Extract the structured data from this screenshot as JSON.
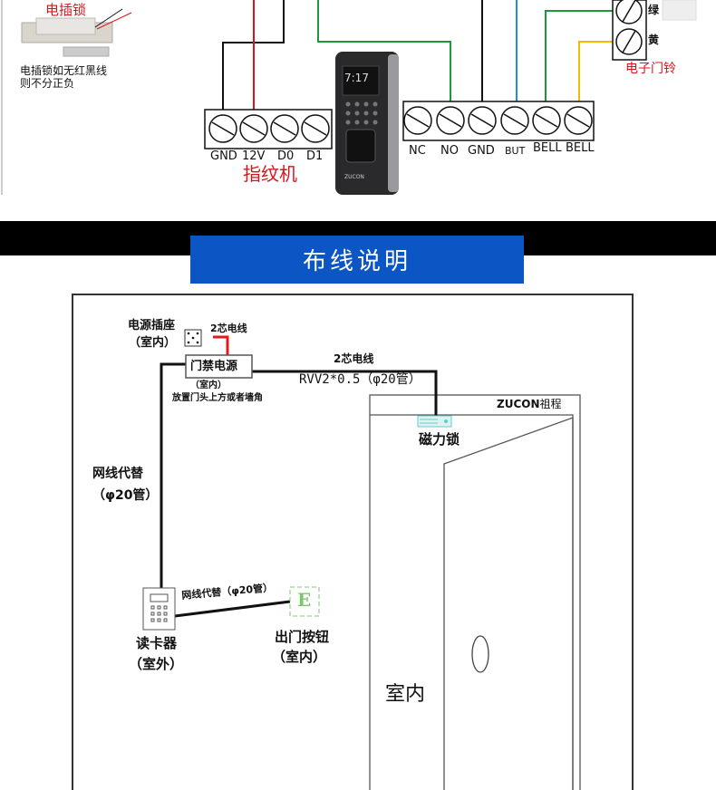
{
  "top": {
    "lock_title": "电插锁",
    "lock_note_1": "电插锁如无红黑线",
    "lock_note_2": "则不分正负",
    "reader_terminals": [
      "GND",
      "12V",
      "D0",
      "D1"
    ],
    "fingerprint_label": "指纹机",
    "device_brand": "ZUCON",
    "device_screen": "7:17",
    "output_terminals": [
      "NC",
      "NO",
      "GND",
      "BUT",
      "BELL",
      "BELL"
    ],
    "bell_wire_green": "绿",
    "bell_wire_yellow": "黄",
    "bell_label": "电子门铃"
  },
  "section_title": "布线说明",
  "diagram": {
    "socket_label": "电源插座",
    "socket_sub": "（室内）",
    "socket_wire": "2芯电线",
    "psu_label": "门禁电源",
    "psu_sub": "（室内）",
    "psu_note": "放置门头上方或者墙角",
    "lock_wire_1": "2芯电线",
    "lock_wire_2": "RVV2*0.5（φ20管）",
    "brand": "ZUCON",
    "brand_cn": "祖程",
    "maglock_label": "磁力锁",
    "left_wire_1": "网线代替",
    "left_wire_2": "（φ20管）",
    "reader_wire": "网线代替（φ20管）",
    "reader_label": "读卡器",
    "reader_sub": "（室外）",
    "exit_icon_letter": "E",
    "exit_label": "出门按钮",
    "exit_sub": "（室内）",
    "indoor_label": "室内"
  },
  "colors": {
    "red": "#d8141b",
    "green": "#1a9a3a",
    "blue": "#1f8ee0",
    "yellow": "#f2b900",
    "title_blue": "#0b55c4"
  }
}
